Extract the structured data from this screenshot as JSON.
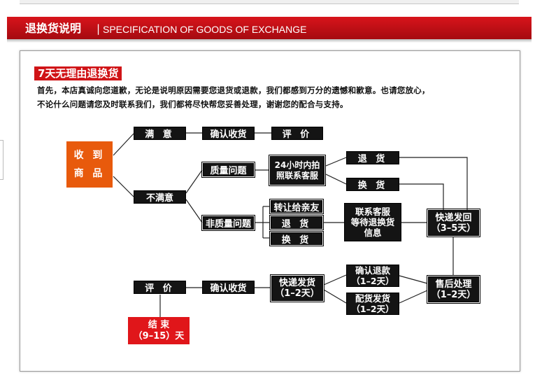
{
  "header": {
    "title": "退换货说明",
    "separator": "|",
    "subtitle": "SPECIFICATION OF GOODS OF EXCHANGE"
  },
  "section": {
    "title": "7天无理由退换货",
    "intro_lines": [
      "首先，本店真诚向您道歉，无论是说明原因需要您退货或退款，我们都感到万分的遗憾和歉意。也请您放心，",
      "不论什么问题请您及时联系我们，我们都将尽快帮您妥善处理，谢谢您的配合与支持。"
    ]
  },
  "flow": {
    "receive": [
      "收 到",
      "商 品"
    ],
    "satisfied": "满 意",
    "confirm_receipt_top": "确认收货",
    "review_top": "评 价",
    "unsatisfied": "不满意",
    "quality_issue": "质量问题",
    "contact_24h": [
      "24小时内拍",
      "照联系客服"
    ],
    "return_goods": "退 货",
    "exchange_goods": "换 货",
    "non_quality_issue": "非质量问题",
    "transfer_friend": "转让给亲友",
    "non_quality_return": "退 货",
    "non_quality_exchange": "换 货",
    "contact_wait": [
      "联系客服",
      "等待退换货",
      "信息"
    ],
    "express_return": [
      "快递发回",
      "（3–5天）"
    ],
    "after_sale": [
      "售后处理",
      "（1–2天）"
    ],
    "confirm_refund": [
      "确认退款",
      "（1–2天）"
    ],
    "ship_replacement": [
      "配货发货",
      "（1–2天）"
    ],
    "express_ship": [
      "快递发货",
      "（1–2天）"
    ],
    "confirm_receipt_bottom": "确认收货",
    "review_bottom": "评 价",
    "end": [
      "结 束",
      "（9–15）天"
    ]
  },
  "colors": {
    "header_red": "#c8101a",
    "title_red": "#d01417",
    "receive_orange": "#e85a0c",
    "end_red": "#e0161a",
    "box_black": "#141414"
  }
}
